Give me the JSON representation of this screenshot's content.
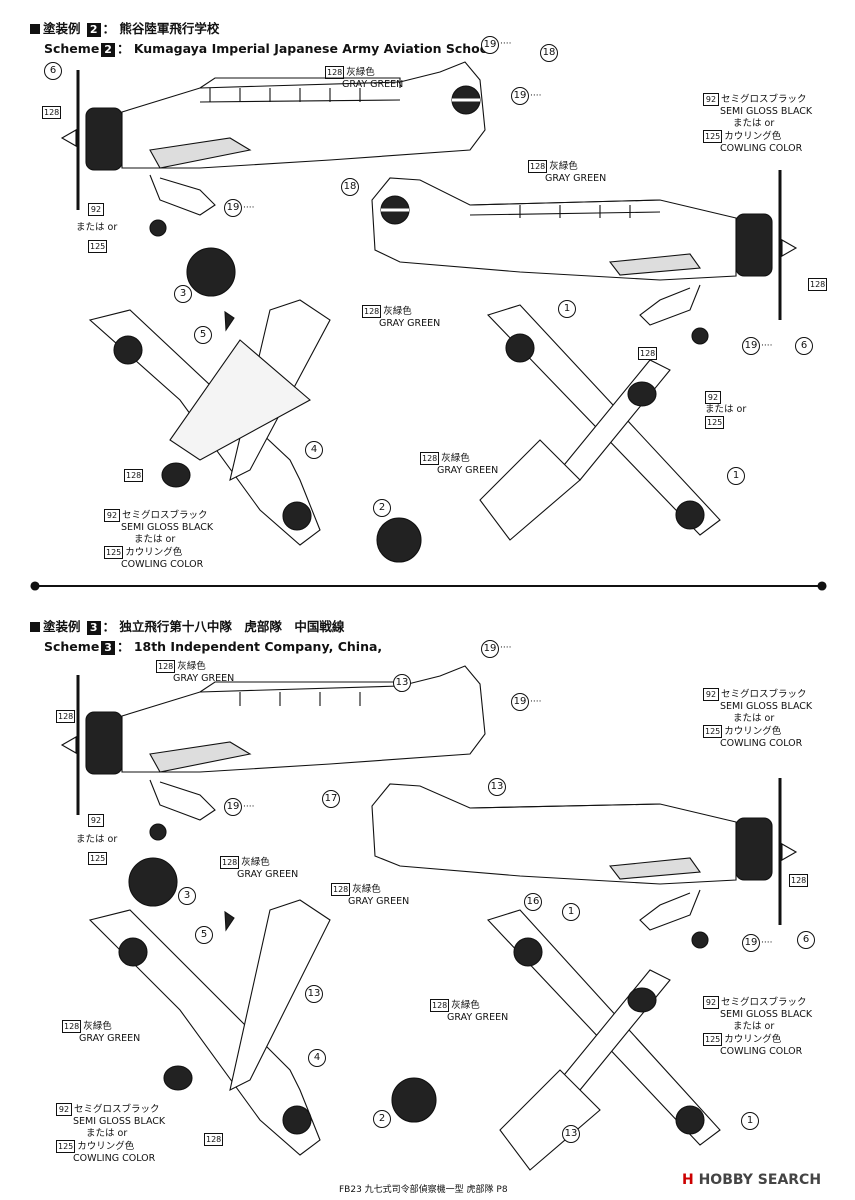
{
  "scheme2": {
    "title_jp": "塗装例",
    "num": "2",
    "name_jp": "熊谷陸軍飛行学校",
    "title_en": "Scheme",
    "name_en": "Kumagaya Imperial Japanese Army Aviation School"
  },
  "scheme3": {
    "title_jp": "塗装例",
    "num": "3",
    "name_jp": "独立飛行第十八中隊　虎部隊　中国戦線",
    "title_en": "Scheme",
    "name_en": "18th Independent Company, China,"
  },
  "colors": {
    "c128_num": "128",
    "c128_jp": "灰緑色",
    "c128_en": "GRAY GREEN",
    "c92_num": "92",
    "c92_jp": "セミグロスブラック",
    "c92_en": "SEMI GLOSS BLACK",
    "or_jp": "または",
    "or_en": "or",
    "c125_num": "125",
    "c125_jp": "カウリング色",
    "c125_en": "COWLING COLOR"
  },
  "decals": {
    "d1": "1",
    "d2": "2",
    "d3": "3",
    "d4": "4",
    "d5": "5",
    "d6": "6",
    "d13": "13",
    "d16": "16",
    "d17": "17",
    "d18": "18",
    "d19": "19",
    "dots": "····"
  },
  "footer": "FB23 九七式司令部偵察機一型 虎部隊 P8",
  "watermark": {
    "prefix": "H",
    "text": "HOBBY SEARCH"
  }
}
